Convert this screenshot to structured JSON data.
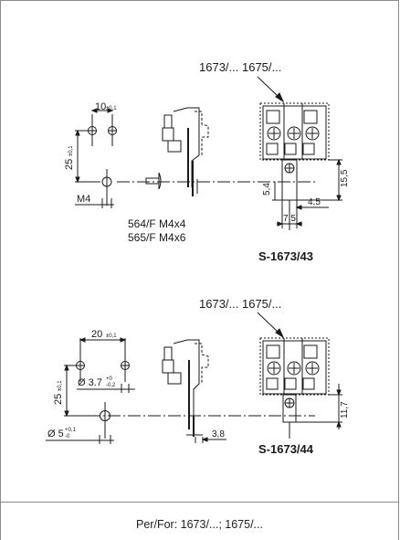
{
  "drawing_top": {
    "ref_label": "1673/... 1675/...",
    "dim_horizontal": "10",
    "dim_horizontal_tol": "±0,1",
    "dim_vertical": "25",
    "dim_vertical_tol": "±0,1",
    "thread_label": "M4",
    "screw_line_1": "564/F M4x4",
    "screw_line_2": "565/F M4x6",
    "dim_54": "5,4",
    "dim_155": "15,5",
    "dim_45": "4,5",
    "dim_75": "7,5",
    "caption": "S-1673/43"
  },
  "drawing_bottom": {
    "ref_label": "1673/... 1675/...",
    "dim_horizontal": "20",
    "dim_horizontal_tol": "±0,1",
    "dim_vertical": "25",
    "dim_vertical_tol": "±0,1",
    "hole_small": "Ø 3.7",
    "hole_small_tol_up": "+0",
    "hole_small_tol_down": "-0,2",
    "hole_large": "Ø 5",
    "hole_large_tol_up": "+0,1",
    "hole_large_tol_down": "-0",
    "dim_38": "3,8",
    "dim_117": "11,7",
    "caption": "S-1673/44"
  },
  "footer": {
    "text": "Per/For: 1673/...; 1675/..."
  }
}
